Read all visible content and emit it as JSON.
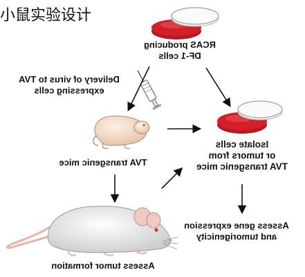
{
  "page_title": "小鼠实验设计",
  "labels": {
    "rcas": "RCAS producing\nDF-1 cells",
    "delivery": "Delivery of virus to TVA\nexpressing cells",
    "tva_mice": "TVA transgenic mice",
    "isolate": "Isolate cells\nor tumors from\nTVA transgenic mice",
    "assess_gene": "Assess gene expression\nand tumorigenicity",
    "assess_tumor": "Assess tumor formation"
  },
  "colors": {
    "petri_red": "#d41e2a",
    "mouse_fur": "#f2f2f2",
    "pup_skin": "#f7e3d3",
    "arrow": "#111111"
  },
  "icons": [
    "petri-dish-icon",
    "syringe-icon",
    "mouse-pup-icon",
    "adult-mouse-icon"
  ]
}
